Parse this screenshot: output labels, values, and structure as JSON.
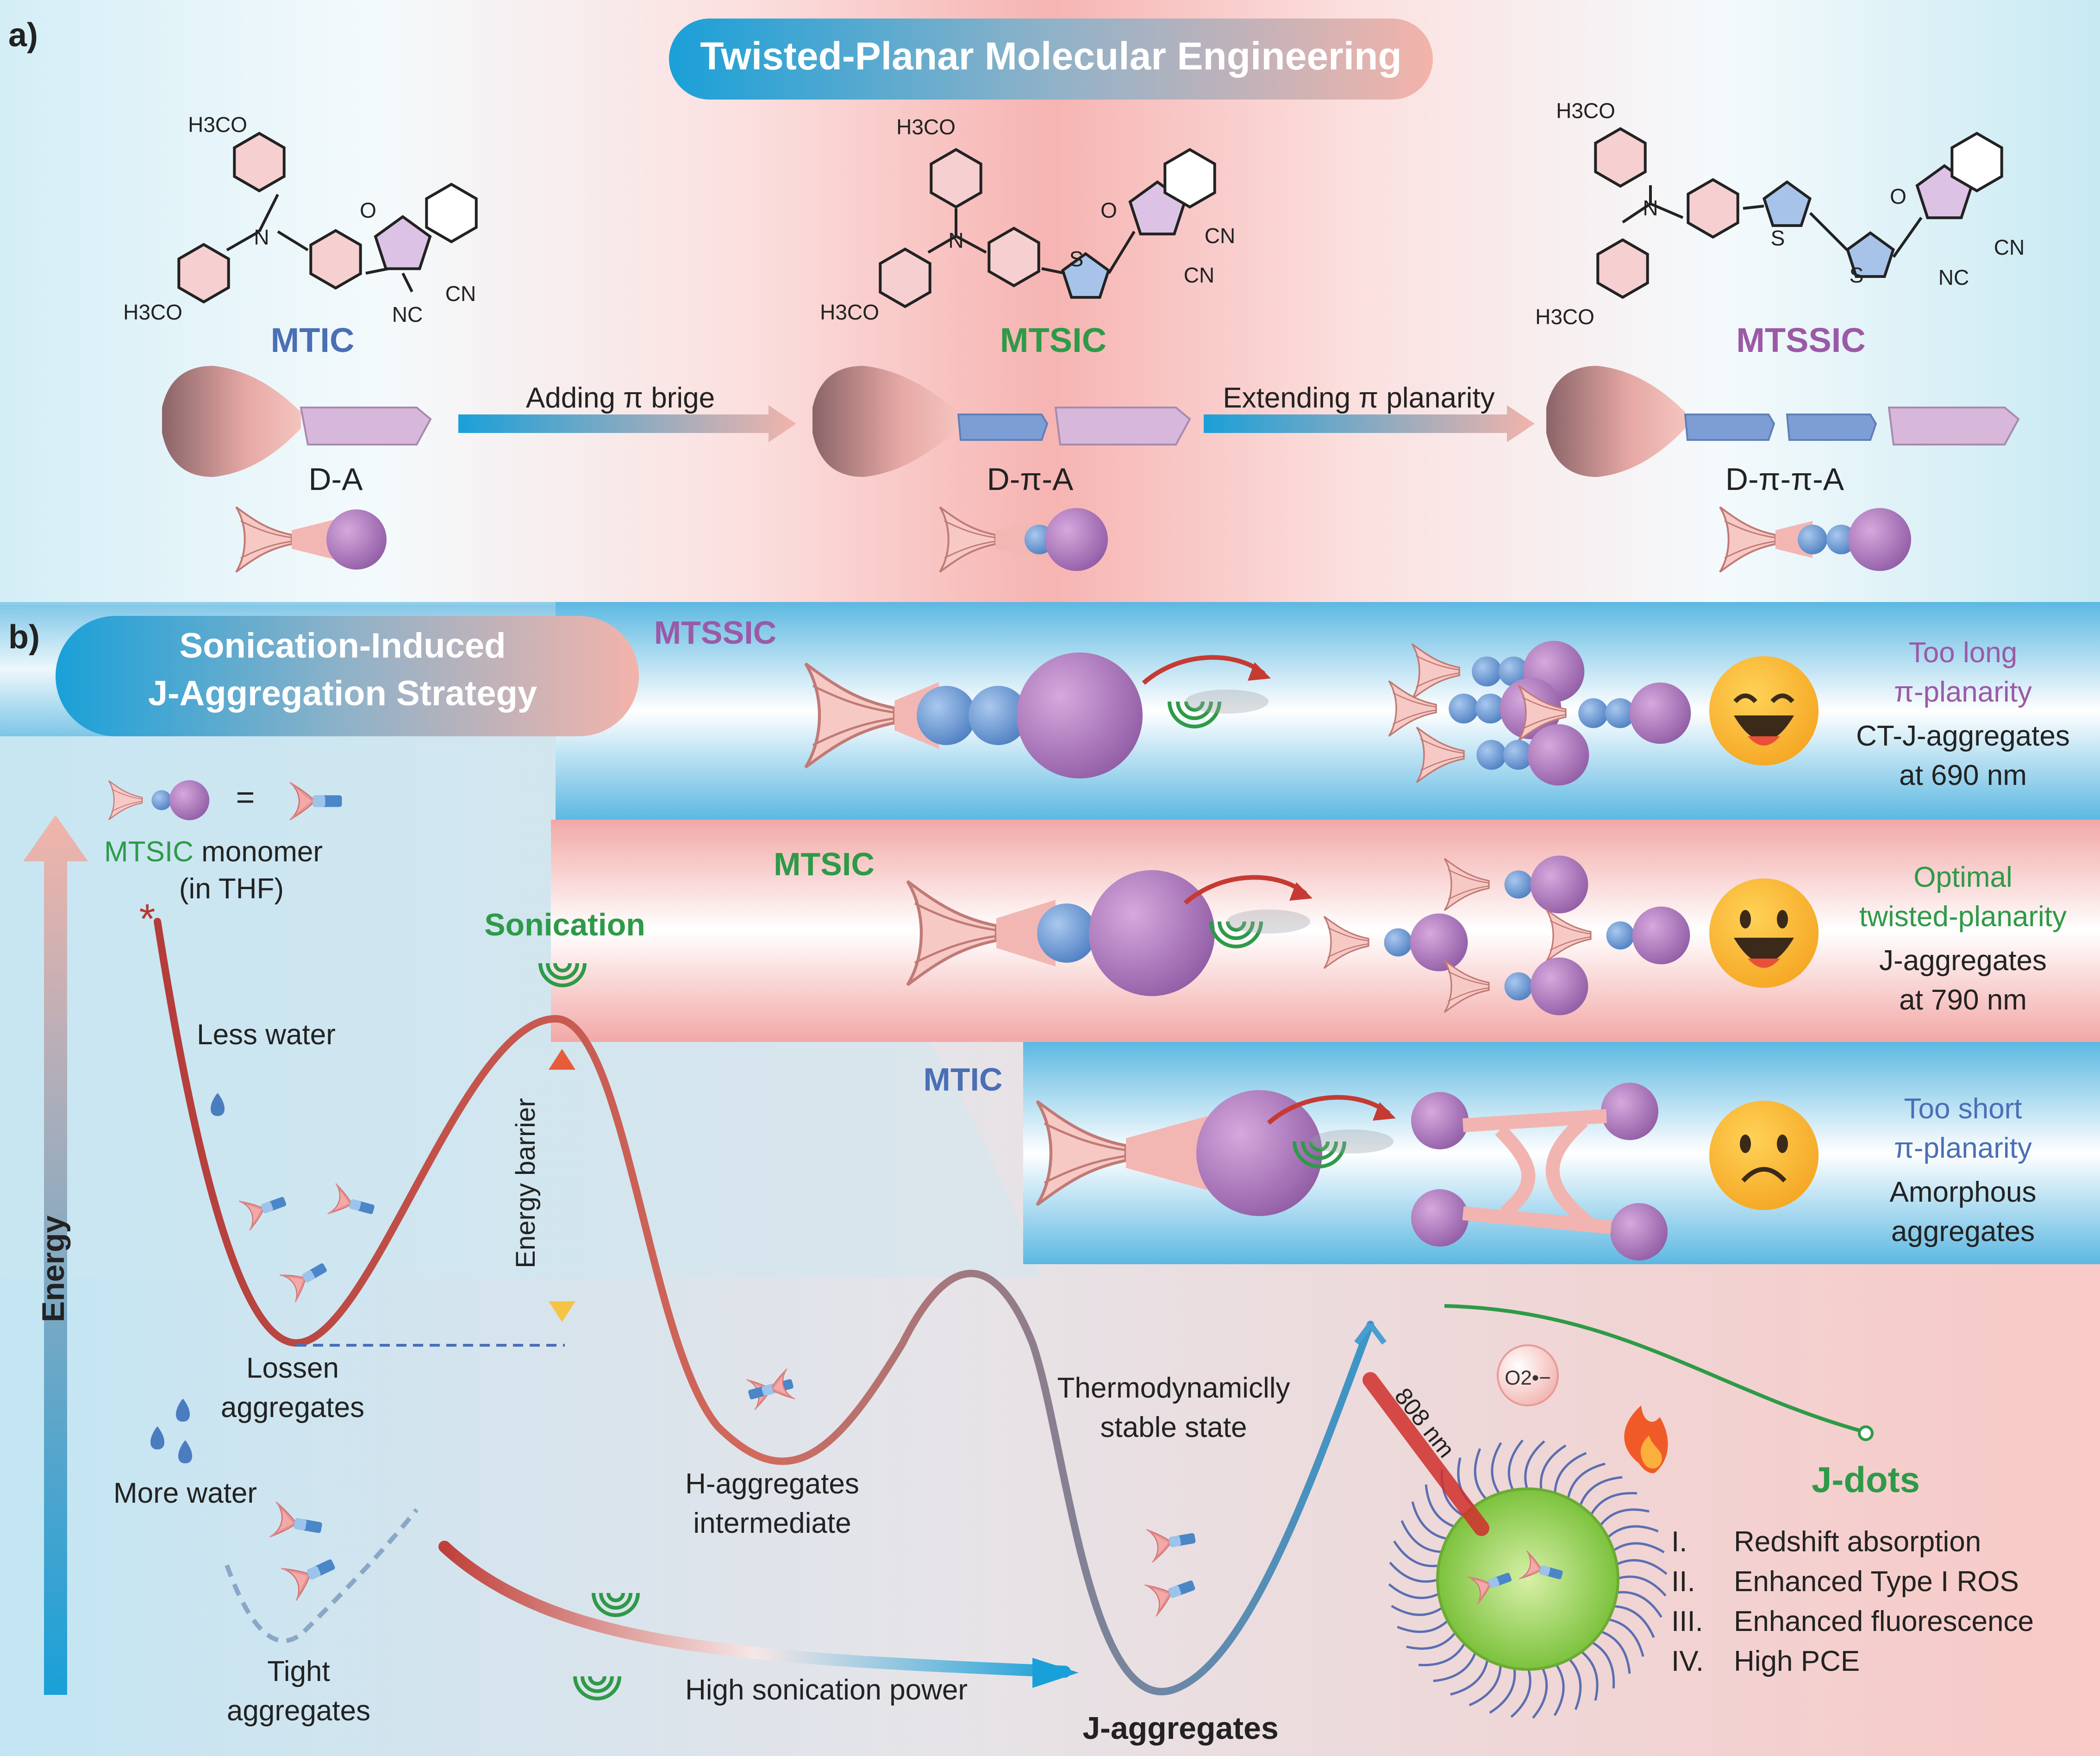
{
  "panel_a": {
    "label": "a)",
    "title": "Twisted-Planar Molecular Engineering",
    "molecules": [
      {
        "name": "MTIC",
        "type": "D-A",
        "color": "#4a6fb5",
        "chem_labels": [
          "H3CO",
          "N",
          "H3CO",
          "O",
          "NC",
          "CN"
        ]
      },
      {
        "name": "MTSIC",
        "type": "D-π-A",
        "color": "#2e9a48",
        "chem_labels": [
          "H3CO",
          "N",
          "H3CO",
          "S",
          "O",
          "CN",
          "CN"
        ]
      },
      {
        "name": "MTSSIC",
        "type": "D-π-π-A",
        "color": "#9a5aa6",
        "chem_labels": [
          "H3CO",
          "N",
          "H3CO",
          "S",
          "S",
          "O",
          "CN",
          "NC"
        ]
      }
    ],
    "arrows": [
      "Adding π brige",
      "Extending π planarity"
    ]
  },
  "panel_b": {
    "label": "b)",
    "title_line1": "Sonication-Induced",
    "title_line2": "J-Aggregation Strategy",
    "legend": {
      "equals": "=",
      "name": "MTSIC",
      "rest": " monomer",
      "solvent": "(in THF)"
    },
    "energy_axis": "Energy",
    "landscape": {
      "less_water": "Less water",
      "sonication": "Sonication",
      "energy_barrier": "Energy barrier",
      "loose_line1": "Lossen",
      "loose_line2": "aggregates",
      "more_water": "More water",
      "tight_line1": "Tight",
      "tight_line2": "aggregates",
      "h_line1": "H-aggregates",
      "h_line2": "intermediate",
      "thermo_line1": "Thermodynamiclly",
      "thermo_line2": "stable state",
      "high_power": "High sonication power",
      "j_aggregates": "J-aggregates"
    },
    "rows": [
      {
        "name": "MTSSIC",
        "name_color": "#9a5aa6",
        "desc1": "Too long",
        "desc2": "π-planarity",
        "desc_color": "#9a5aa6",
        "result1": "CT-J-aggregates",
        "result2": "at 690 nm",
        "face": "laughing"
      },
      {
        "name": "MTSIC",
        "name_color": "#2e9a48",
        "desc1": "Optimal",
        "desc2": "twisted-planarity",
        "desc_color": "#2e9a48",
        "result1": "J-aggregates",
        "result2": "at 790 nm",
        "face": "happy"
      },
      {
        "name": "MTIC",
        "name_color": "#4a6fb5",
        "desc1": "Too short",
        "desc2": "π-planarity",
        "desc_color": "#4a6fb5",
        "result1": "Amorphous",
        "result2": "aggregates",
        "face": "sad"
      }
    ],
    "jdots": {
      "laser": "808 nm",
      "ros": "O2•−",
      "title": "J-dots",
      "features": [
        {
          "num": "I.",
          "text": "Redshift absorption"
        },
        {
          "num": "II.",
          "text": "Enhanced Type I ROS"
        },
        {
          "num": "III.",
          "text": "Enhanced fluorescence"
        },
        {
          "num": "IV.",
          "text": "High PCE"
        }
      ]
    }
  },
  "colors": {
    "blue": "#1fa3da",
    "pink": "#f2b8b2",
    "green": "#2e9a48",
    "purple": "#9a5aa6",
    "navy": "#4a6fb5"
  }
}
